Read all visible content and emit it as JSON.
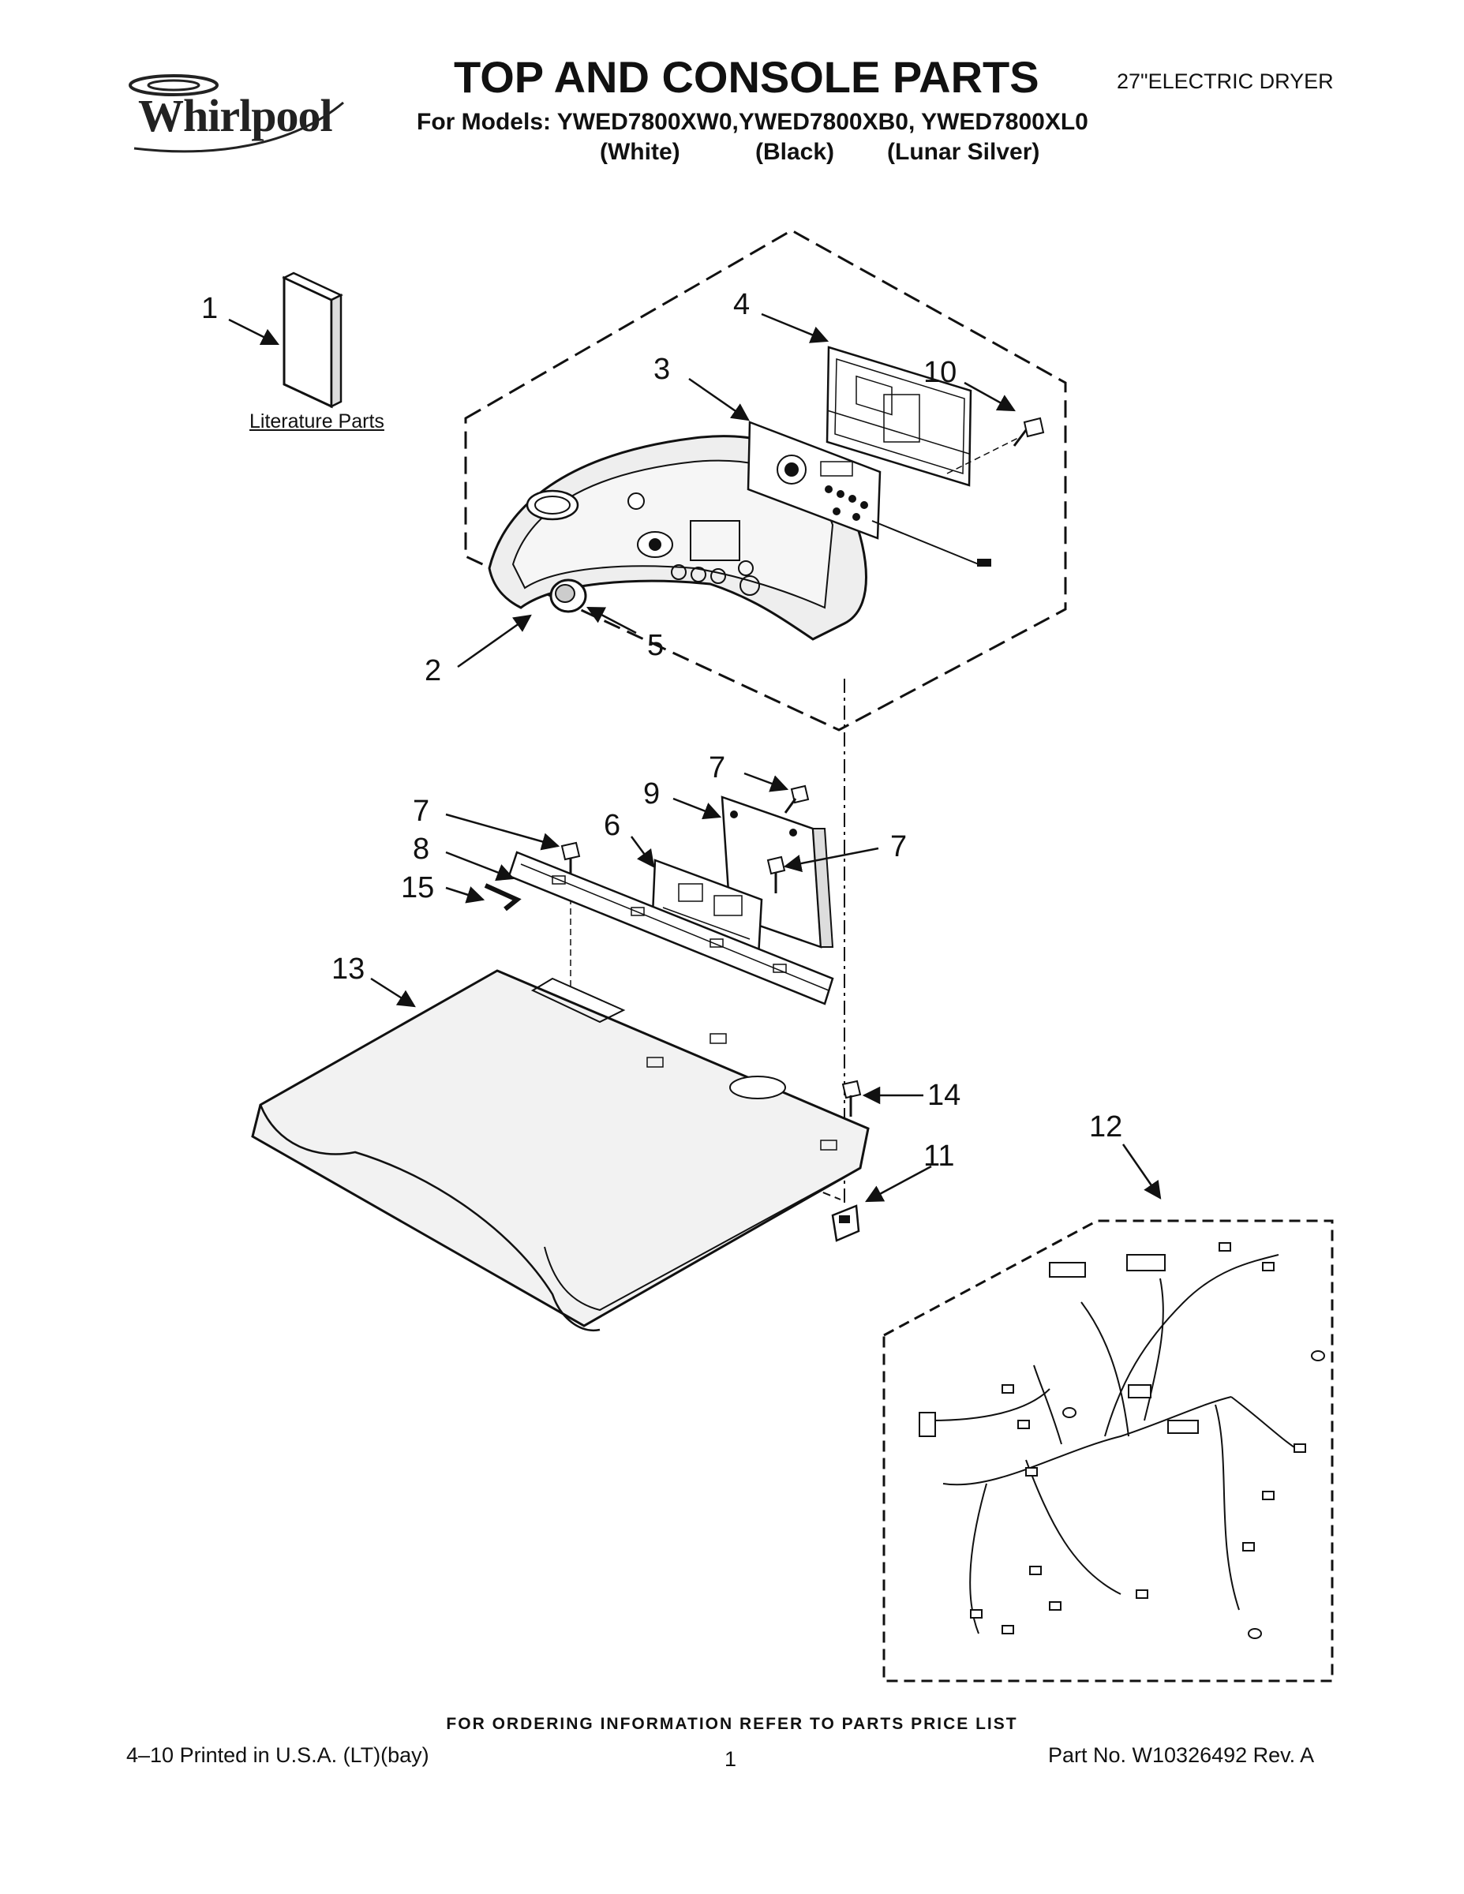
{
  "header": {
    "brand": "Whirlpool",
    "title": "TOP AND CONSOLE PARTS",
    "product": "27\"ELECTRIC DRYER",
    "models_line": "For Models: YWED7800XW0,YWED7800XB0, YWED7800XL0",
    "variants": [
      "(White)",
      "(Black)",
      "(Lunar Silver)"
    ]
  },
  "literature_label": "Literature Parts",
  "callouts": {
    "c1": "1",
    "c2": "2",
    "c3": "3",
    "c4": "4",
    "c5": "5",
    "c6": "6",
    "c7a": "7",
    "c7b": "7",
    "c7c": "7",
    "c8": "8",
    "c9": "9",
    "c10": "10",
    "c11": "11",
    "c12": "12",
    "c13": "13",
    "c14": "14",
    "c15": "15"
  },
  "footer": {
    "ordering": "FOR ORDERING INFORMATION REFER TO PARTS PRICE LIST",
    "printed": "4–10 Printed in U.S.A. (LT)(bay)",
    "page": "1",
    "part_no": "Part No. W10326492 Rev. A"
  },
  "icons": [
    "whirlpool-logo-icon",
    "literature-book-icon",
    "console-panel-icon",
    "control-board-icon",
    "user-interface-board-icon",
    "screw-icon",
    "knob-icon",
    "bracket-icon",
    "terminal-block-icon",
    "top-panel-icon",
    "wire-harness-icon",
    "hinge-clip-icon",
    "hex-key-icon"
  ]
}
